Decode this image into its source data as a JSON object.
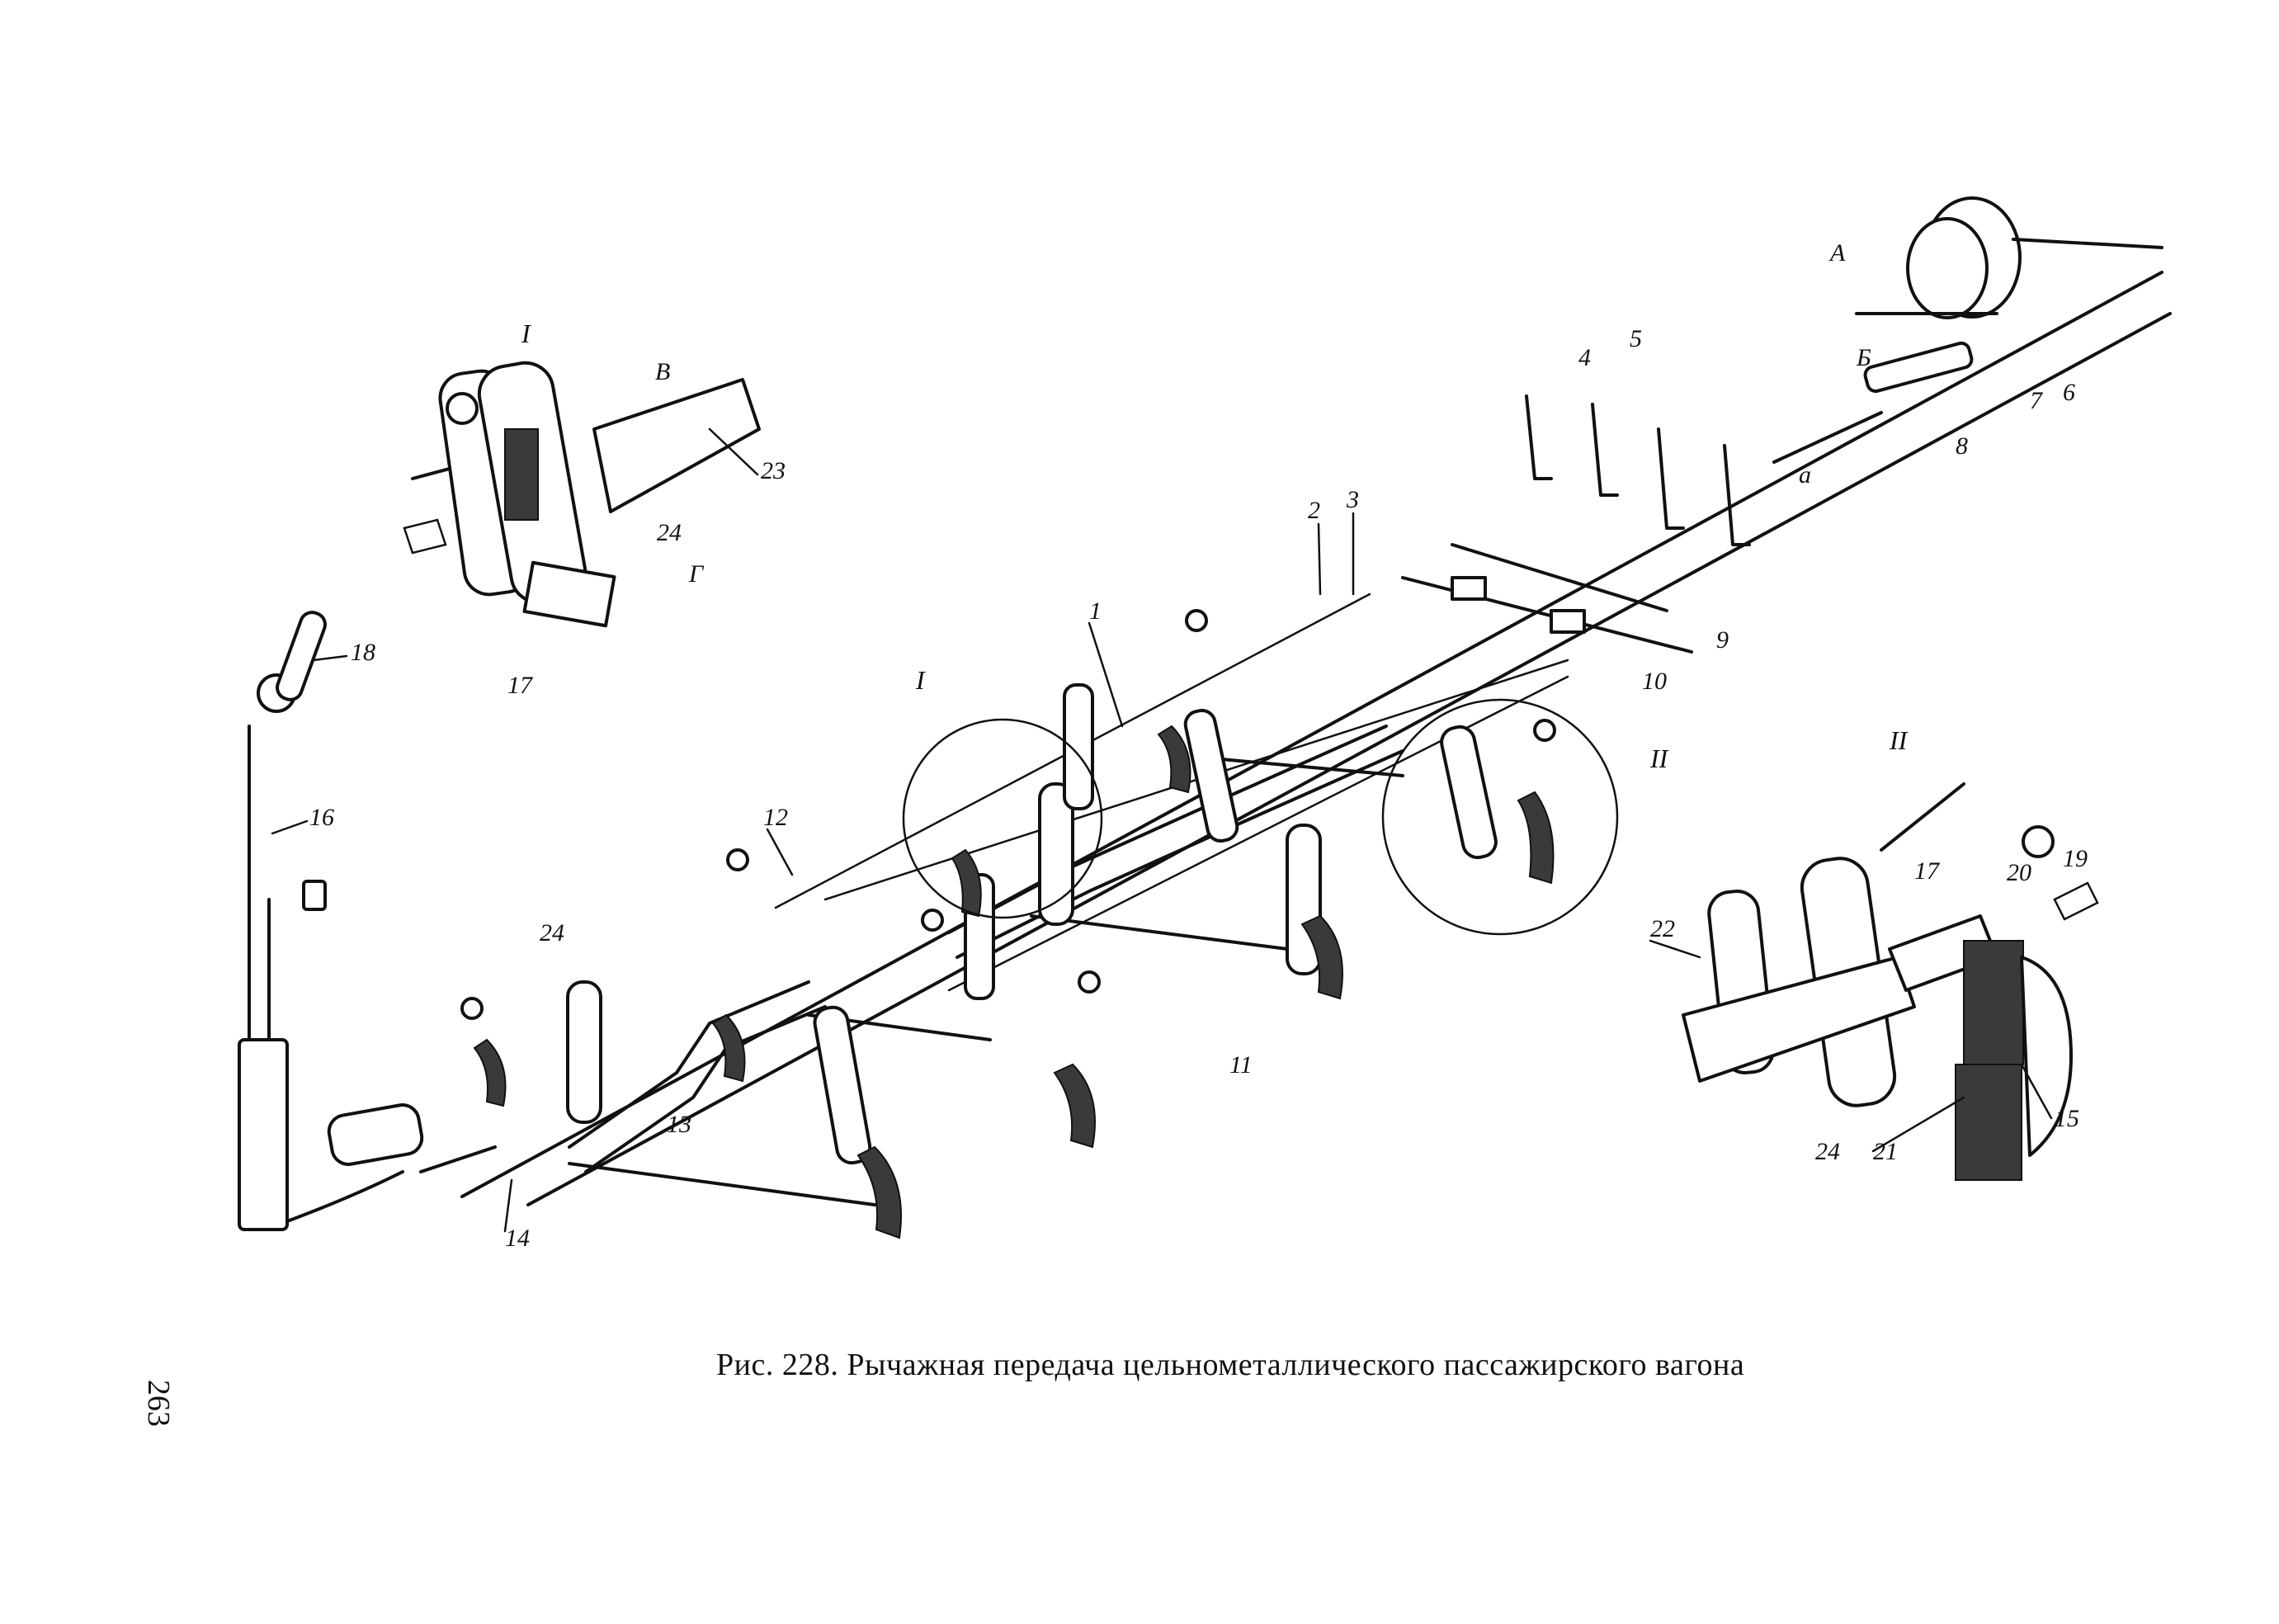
{
  "page_number": "263",
  "caption": "Рис. 228. Рычажная передача цельнометаллического пассажирского вагона",
  "callouts": {
    "n1": "1",
    "n2": "2",
    "n3": "3",
    "n4": "4",
    "n5": "5",
    "n6": "6",
    "n7": "7",
    "n8": "8",
    "n9": "9",
    "n10": "10",
    "n11": "11",
    "n12": "12",
    "n13": "13",
    "n14": "14",
    "n15": "15",
    "n16": "16",
    "n17": "17",
    "n18": "18",
    "n19": "19",
    "n20": "20",
    "n21": "21",
    "n22": "22",
    "n23": "23",
    "n24": "24",
    "A": "А",
    "B": "Б",
    "V": "В",
    "G": "Г",
    "a": "а",
    "I": "I",
    "II": "II"
  }
}
